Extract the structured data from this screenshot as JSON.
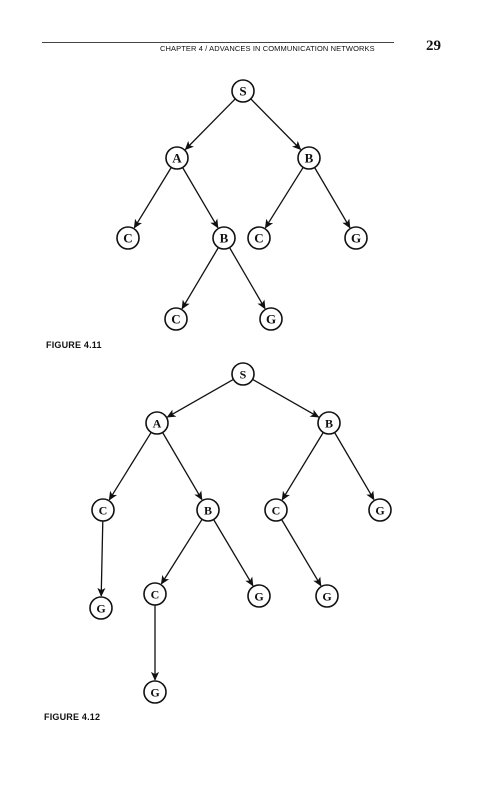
{
  "header": {
    "running_head": "CHAPTER 4 / ADVANCES IN COMMUNICATION NETWORKS",
    "page_number": "29"
  },
  "figure_4_11": {
    "caption": "FIGURE 4.11",
    "nodes": [
      {
        "id": "s",
        "label": "S"
      },
      {
        "id": "a",
        "label": "A"
      },
      {
        "id": "b1",
        "label": "B"
      },
      {
        "id": "c1",
        "label": "C"
      },
      {
        "id": "b2",
        "label": "B"
      },
      {
        "id": "c2",
        "label": "C"
      },
      {
        "id": "g1",
        "label": "G"
      },
      {
        "id": "c3",
        "label": "C"
      },
      {
        "id": "g2",
        "label": "G"
      }
    ],
    "edges": [
      [
        "s",
        "a"
      ],
      [
        "s",
        "b1"
      ],
      [
        "a",
        "c1"
      ],
      [
        "a",
        "b2"
      ],
      [
        "b1",
        "c2"
      ],
      [
        "b1",
        "g1"
      ],
      [
        "b2",
        "c3"
      ],
      [
        "b2",
        "g2"
      ]
    ]
  },
  "figure_4_12": {
    "caption": "FIGURE 4.12",
    "nodes": [
      {
        "id": "s",
        "label": "S"
      },
      {
        "id": "a",
        "label": "A"
      },
      {
        "id": "b1",
        "label": "B"
      },
      {
        "id": "c1",
        "label": "C"
      },
      {
        "id": "b2",
        "label": "B"
      },
      {
        "id": "c2",
        "label": "C"
      },
      {
        "id": "g1",
        "label": "G"
      },
      {
        "id": "g3",
        "label": "G"
      },
      {
        "id": "c3",
        "label": "C"
      },
      {
        "id": "g2",
        "label": "G"
      },
      {
        "id": "g4",
        "label": "G"
      },
      {
        "id": "g5",
        "label": "G"
      }
    ],
    "edges": [
      [
        "s",
        "a"
      ],
      [
        "s",
        "b1"
      ],
      [
        "a",
        "c1"
      ],
      [
        "a",
        "b2"
      ],
      [
        "b1",
        "c2"
      ],
      [
        "b1",
        "g1"
      ],
      [
        "c1",
        "g3"
      ],
      [
        "b2",
        "c3"
      ],
      [
        "b2",
        "g2"
      ],
      [
        "c2",
        "g4"
      ],
      [
        "c3",
        "g5"
      ]
    ]
  }
}
